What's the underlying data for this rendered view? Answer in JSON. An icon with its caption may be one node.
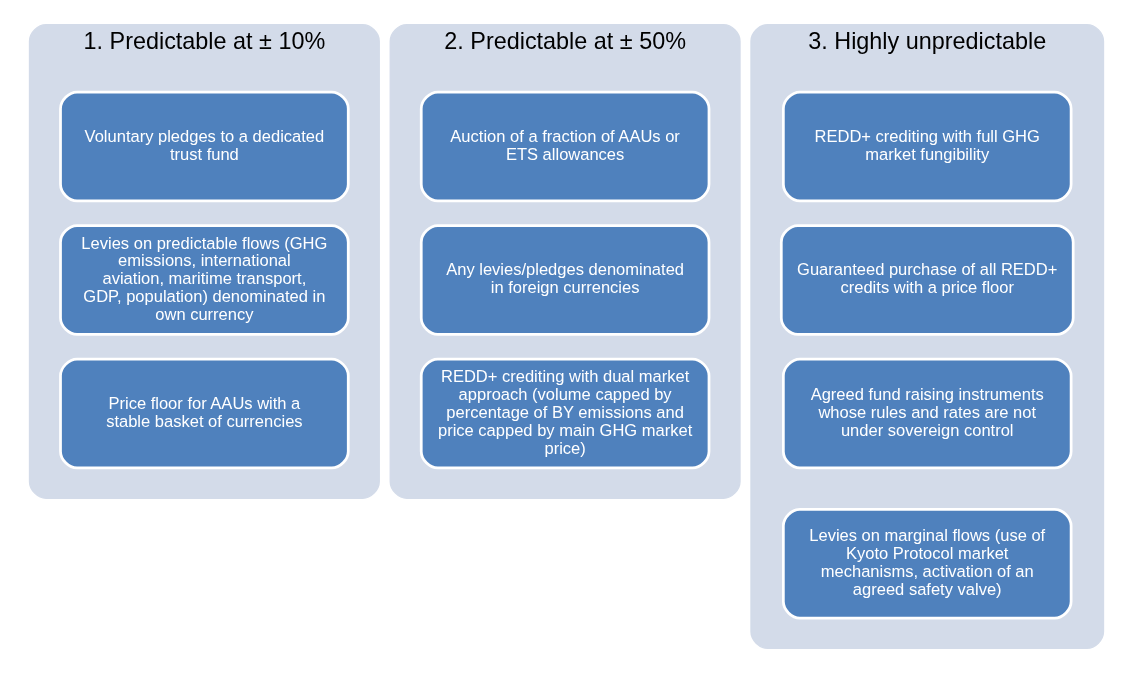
{
  "diagram": {
    "nodes": [
      {
        "text": [
          "1. Predictable at ± 10%"
        ]
      },
      {
        "text": [
          "Voluntary pledges to a dedicated trust fund"
        ],
        "in": 0
      },
      {
        "text": [
          "Levies on predictable flows (GHG emissions, international aviation, maritime transport, GDP, population) denominated in own currency"
        ],
        "in": 0
      },
      {
        "text": [
          "Price floor for AAUs with a stable basket of currencies"
        ],
        "in": 0
      },
      {
        "text": [
          "2. Predictable at ± 50%"
        ]
      },
      {
        "text": [
          "Auction of a fraction of AAUs or ETS allowances"
        ],
        "in": 4
      },
      {
        "text": [
          "Any levies/pledges denominated in foreign currencies"
        ],
        "in": 4
      },
      {
        "text": [
          "REDD+ crediting with dual market approach (volume capped by percentage of BY emissions and price capped by main GHG market price)"
        ],
        "in": 4
      },
      {
        "text": [
          "3. Highly unpredictable"
        ]
      },
      {
        "text": [
          "REDD+ crediting with full GHG market fungibility"
        ],
        "in": 8
      },
      {
        "text": [
          "Guaranteed purchase of all REDD+ credits with a price floor"
        ],
        "in": 8
      },
      {
        "text": [
          "Agreed fund raising instruments whose rules and rates are not under sovereign control"
        ],
        "in": 8
      },
      {
        "text": [
          "Levies on marginal flows (use of Kyoto Protocol market mechanisms, activation of an agreed safety valve)"
        ],
        "in": 8
      }
    ],
    "edges": []
  }
}
